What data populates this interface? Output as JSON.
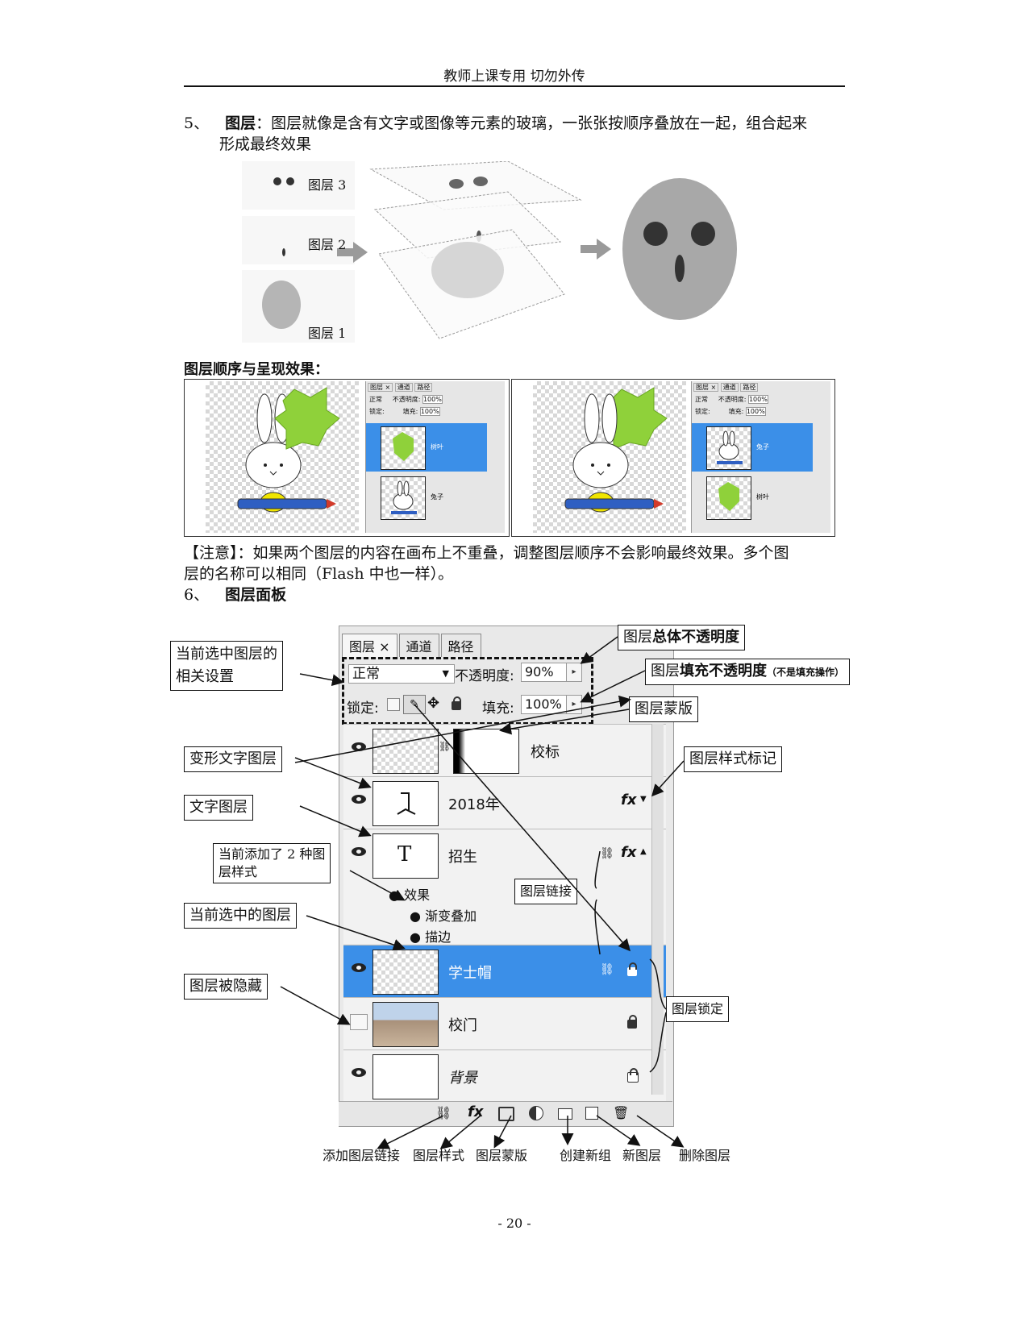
{
  "header": {
    "text": "教师上课专用  切勿外传"
  },
  "section5": {
    "number": "5、",
    "title": "图层",
    "body_line1": "：图层就像是含有文字或图像等元素的玻璃，一张张按顺序叠放在一起，组合起来",
    "body_line2": "形成最终效果"
  },
  "stack_figure": {
    "layer3": "图层 3",
    "layer2": "图层 2",
    "layer1": "图层 1"
  },
  "order_figure": {
    "title": "图层顺序与呈现效果：",
    "left_panel": {
      "tabs": [
        "图层 ×",
        "通道",
        "路径"
      ],
      "mode": "正常",
      "opacity_label": "不透明度:",
      "opacity": "100%",
      "lock_label": "锁定:",
      "fill_label": "填充:",
      "fill": "100%",
      "layers": [
        "树叶",
        "兔子"
      ]
    },
    "right_panel": {
      "tabs": [
        "图层 ×",
        "通道",
        "路径"
      ],
      "mode": "正常",
      "opacity_label": "不透明度:",
      "opacity": "100%",
      "lock_label": "锁定:",
      "fill_label": "填充:",
      "fill": "100%",
      "layers": [
        "兔子",
        "树叶"
      ]
    }
  },
  "note": {
    "line1": "【注意】：如果两个图层的内容在画布上不重叠，调整图层顺序不会影响最终效果。多个图",
    "line2": "层的名称可以相同（Flash 中也一样）。"
  },
  "section6": {
    "number": "6、",
    "title": "图层面板"
  },
  "panel": {
    "tabs": [
      "图层",
      "通道",
      "路径"
    ],
    "blend_mode": "正常",
    "opacity_label": "不透明度:",
    "opacity_value": "90%",
    "lock_label": "锁定:",
    "fill_label": "填充:",
    "fill_value": "100%",
    "layers": [
      {
        "name": "校标",
        "visible": true
      },
      {
        "name": "2018年",
        "visible": true
      },
      {
        "name": "招生",
        "visible": true
      },
      {
        "name": "学士帽",
        "visible": true,
        "selected": true
      },
      {
        "name": "校门",
        "visible": false
      },
      {
        "name": "背景",
        "visible": true
      }
    ],
    "effects_label": "效果",
    "effect1": "渐变叠加",
    "effect2": "描边",
    "text_layer_glyph": "T",
    "fx_glyph": "fx"
  },
  "annotations": {
    "current_settings": [
      "当前选中图层的",
      "相关设置"
    ],
    "overall_opacity_prefix": "图层",
    "overall_opacity_bold": "总体不透明度",
    "fill_opacity_prefix": "图层",
    "fill_opacity_bold": "填充不透明度",
    "fill_opacity_small": "（不是填充操作）",
    "layer_mask": "图层蒙版",
    "warped_text": "变形文字图层",
    "layer_style_mark": "图层样式标记",
    "text_layer": "文字图层",
    "two_styles": [
      "当前添加了 2 种图",
      "层样式"
    ],
    "layer_link": "图层链接",
    "current_layer": "当前选中的图层",
    "hidden_layer": "图层被隐藏",
    "layer_lock": "图层锁定"
  },
  "bottom_labels": [
    "添加图层链接",
    "图层样式",
    "图层蒙版",
    "创建新组",
    "新图层",
    "删除图层"
  ],
  "footer": {
    "page": "- 20 -"
  }
}
